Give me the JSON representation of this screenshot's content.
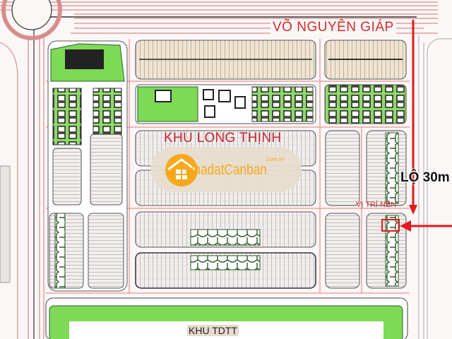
{
  "map": {
    "road_name": "VÕ NGUYÊN GIÁP",
    "zone_name": "KHU LONG THỊNH",
    "road_width_label": "LỘ 30m",
    "plot_label": "VỊ TRÍ NỀN",
    "sport_zone_label": "KHU TDTT",
    "colors": {
      "road": "#d9534f",
      "highlight": "#e01b1b",
      "park": "#7ed957",
      "lots": "#efe6d6"
    }
  },
  "watermark": {
    "brand": "NhadatCanban",
    "domain": ".com.vn",
    "icon": "house-logo-icon"
  }
}
